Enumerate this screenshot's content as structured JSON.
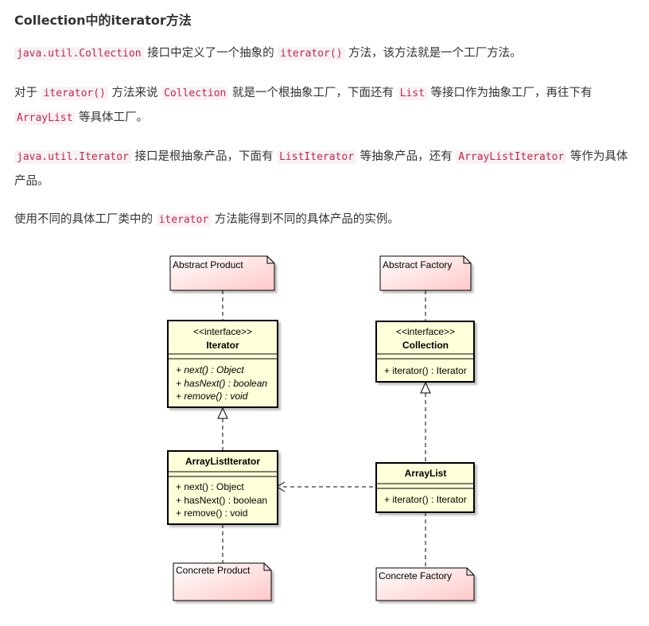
{
  "heading": "Collection中的iterator方法",
  "paragraphs": {
    "p1": {
      "c1": "java.util.Collection",
      "t1": " 接口中定义了一个抽象的 ",
      "c2": "iterator()",
      "t2": " 方法，该方法就是一个工厂方法。"
    },
    "p2": {
      "t0": "对于 ",
      "c1": "iterator()",
      "t1": " 方法来说 ",
      "c2": "Collection",
      "t2": " 就是一个根抽象工厂，下面还有 ",
      "c3": "List",
      "t3": " 等接口作为抽象工厂，再往下有 ",
      "c4": "ArrayList",
      "t4": " 等具体工厂。"
    },
    "p3": {
      "c1": "java.util.Iterator",
      "t1": " 接口是根抽象产品，下面有 ",
      "c2": "ListIterator",
      "t2": " 等抽象产品，还有 ",
      "c3": "ArrayListIterator",
      "t3": " 等作为具体产品。"
    },
    "p4": {
      "t0": "使用不同的具体工厂类中的 ",
      "c1": "iterator",
      "t1": " 方法能得到不同的具体产品的实例。"
    }
  },
  "diagram": {
    "notes": {
      "abstract_product": "Abstract Product",
      "abstract_factory": "Abstract Factory",
      "concrete_product": "Concrete Product",
      "concrete_factory": "Concrete Factory"
    },
    "iterator": {
      "stereotype": "<<interface>>",
      "name": "Iterator",
      "methods": [
        "+ next() : Object",
        "+ hasNext() : boolean",
        "+ remove() : void"
      ]
    },
    "collection": {
      "stereotype": "<<interface>>",
      "name": "Collection",
      "methods": [
        "+ iterator() : Iterator"
      ]
    },
    "arraylistiterator": {
      "name": "ArrayListIterator",
      "methods": [
        "+ next() : Object",
        "+ hasNext() : boolean",
        "+ remove() : void"
      ]
    },
    "arraylist": {
      "name": "ArrayList",
      "methods": [
        "+ iterator() : Iterator"
      ]
    },
    "colors": {
      "class_fill": "#ffffd9",
      "note_fill": "#ffdcdc",
      "stroke": "#000000"
    }
  }
}
